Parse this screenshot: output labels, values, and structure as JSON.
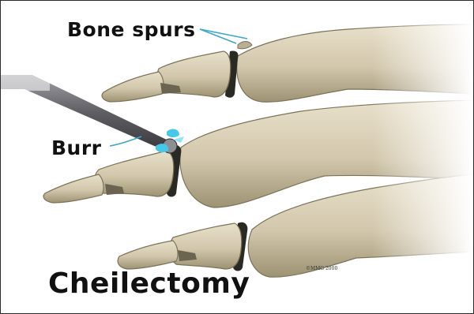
{
  "labels": {
    "bone_spurs": "Bone spurs",
    "burr": "Burr",
    "title": "Cheilectomy",
    "copyright": "©MMG 2000"
  },
  "colors": {
    "bone_fill": "#d6ccb4",
    "bone_shadow": "#8e8568",
    "joint_dark": "#2a2a24",
    "spur_highlight": "#46c8e8",
    "burr_shaft": "#6e6e72",
    "leader_line": "#3fa7c9",
    "frame_border": "#2b2b2b"
  },
  "icons": [
    "bone-spur-marker",
    "burr-tool"
  ]
}
